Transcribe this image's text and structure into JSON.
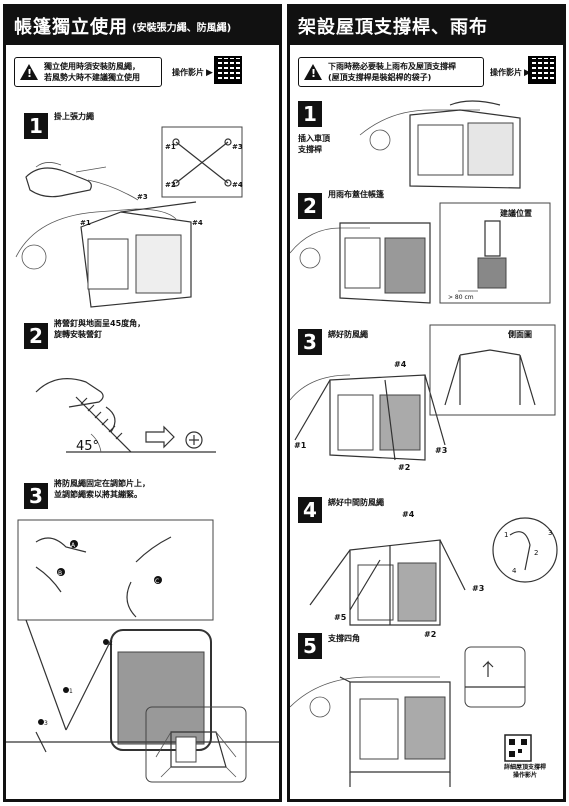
{
  "left": {
    "title": "帳篷獨立使用",
    "subtitle": "(安裝張力繩、防風繩)",
    "warning": [
      "獨立使用時須安裝防風繩，",
      "若風勢大時不建議獨立使用"
    ],
    "video_label": "操作影片",
    "steps": [
      {
        "num": "1",
        "text": [
          "掛上張力繩"
        ]
      },
      {
        "num": "2",
        "text": [
          "將營釘與地面呈45度角，",
          "旋轉安裝營釘"
        ]
      },
      {
        "num": "3",
        "text": [
          "將防風繩固定在調節片上，",
          "並調節繩索以將其繃緊。"
        ]
      }
    ],
    "corner_marks": [
      "#1",
      "#2",
      "#3",
      "#4"
    ],
    "angle_label": "45°",
    "letter_marks": [
      "A",
      "B",
      "C"
    ],
    "number_marks": [
      "1",
      "2",
      "3"
    ]
  },
  "right": {
    "title": "架設屋頂支撐桿、雨布",
    "warning": [
      "下雨時務必要裝上雨布及屋頂支撐桿",
      "(屋頂支撐桿是裝鋁桿的袋子)"
    ],
    "video_label": "操作影片",
    "steps": [
      {
        "num": "1",
        "text": [
          "插入車頂",
          "支撐桿"
        ]
      },
      {
        "num": "2",
        "text": [
          "用雨布蓋住帳篷"
        ]
      },
      {
        "num": "3",
        "text": [
          "綁好防風繩"
        ]
      },
      {
        "num": "4",
        "text": [
          "綁好中間防風繩"
        ]
      },
      {
        "num": "5",
        "text": [
          "支撐四角"
        ]
      }
    ],
    "suggest_label": "建議位置",
    "dimension_label": "> 80 cm",
    "side_label": "側面圖",
    "step3_marks": [
      "#1",
      "#2",
      "#3",
      "#4"
    ],
    "step4_marks": [
      "#2",
      "#3",
      "#4",
      "#5"
    ],
    "detail_marks": [
      "1",
      "2",
      "3",
      "4"
    ],
    "qr_caption": [
      "詳細屋頂支撐桿",
      "操作影片"
    ]
  }
}
